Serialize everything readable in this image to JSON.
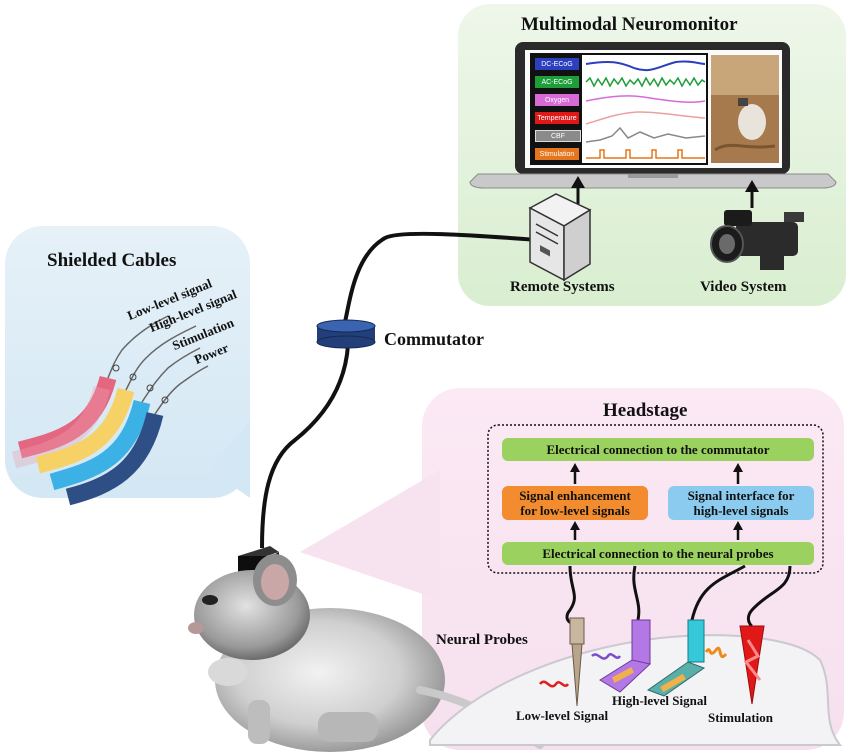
{
  "monitor": {
    "title": "Multimodal Neuromonitor",
    "channels": [
      {
        "label": "DC-ECoG",
        "color": "#2b3fbf"
      },
      {
        "label": "AC-ECoG",
        "color": "#1e9e3a"
      },
      {
        "label": "Oxygen",
        "color": "#d86ad8"
      },
      {
        "label": "Temperature",
        "color": "#e01818"
      },
      {
        "label": "CBF",
        "color": "#8a8a8a"
      },
      {
        "label": "Stimulation",
        "color": "#e5761d"
      }
    ],
    "remote_label": "Remote Systems",
    "video_label": "Video System"
  },
  "cables": {
    "title": "Shielded Cables",
    "items": [
      {
        "label": "Low-level signal",
        "color": "#e4607a"
      },
      {
        "label": "High-level signal",
        "color": "#f6d266"
      },
      {
        "label": "Stimulation",
        "color": "#3bb1e6"
      },
      {
        "label": "Power",
        "color": "#2e4f86"
      }
    ]
  },
  "commutator": {
    "label": "Commutator"
  },
  "headstage": {
    "title": "Headstage",
    "top_box": "Electrical connection to the commutator",
    "left_box": [
      "Signal enhancement",
      "for low-level signals"
    ],
    "right_box": [
      "Signal interface for",
      "high-level signals"
    ],
    "bottom_box": "Electrical connection to the neural probes"
  },
  "probes": {
    "title": "Neural Probes",
    "low": "Low-level Signal",
    "high": "High-level Signal",
    "stim": "Stimulation"
  }
}
